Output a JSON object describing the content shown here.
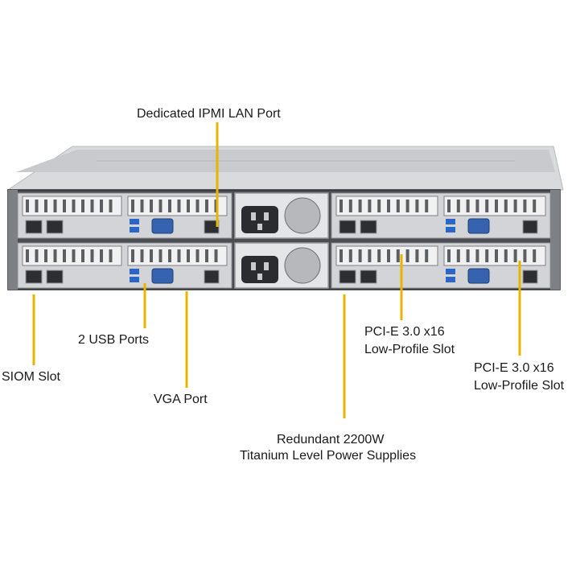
{
  "colors": {
    "background": "#ffffff",
    "leader_line": "#e8b400",
    "chassis": "#d9dadc",
    "chassis_dark": "#3a3d42",
    "label_text": "#1a1a1a"
  },
  "labels": {
    "ipmi": "Dedicated IPMI  LAN Port",
    "usb": "2 USB Ports",
    "siom": "SIOM Slot",
    "vga": "VGA Port",
    "pcie_center_line1": "PCI-E 3.0 x16",
    "pcie_center_line2": "Low-Profile Slot",
    "pcie_right_line1": "PCI-E 3.0 x16",
    "pcie_right_line2": "Low-Profile Slot",
    "psu_line1": "Redundant  2200W",
    "psu_line2": "Titanium  Level Power Supplies"
  },
  "icons": {
    "server": "server-chassis-icon",
    "psu": "power-supply-icon",
    "vga": "vga-port-icon",
    "usb": "usb-port-icon",
    "lan": "lan-port-icon"
  }
}
